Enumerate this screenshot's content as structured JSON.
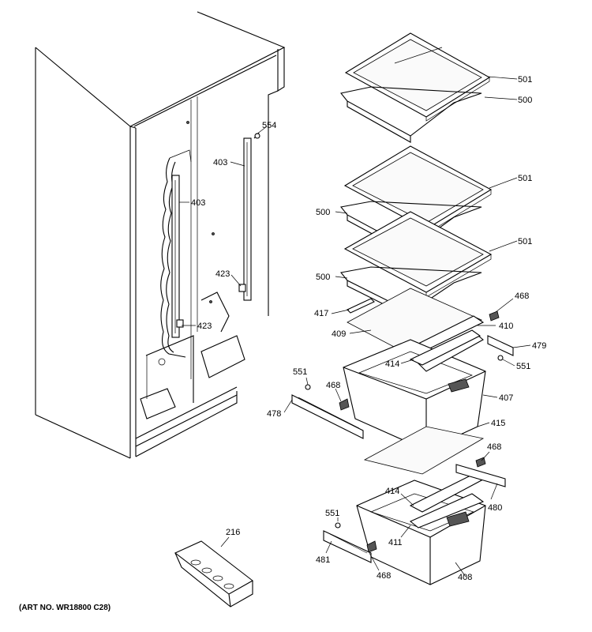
{
  "art_number": "(ART NO. WR18800 C28)",
  "callouts": {
    "c501a": "501",
    "c500a": "500",
    "c501b": "501",
    "c500b": "500",
    "c501c": "501",
    "c500c": "500",
    "c554": "554",
    "c403a": "403",
    "c403b": "403",
    "c423a": "423",
    "c423b": "423",
    "c468a": "468",
    "c417": "417",
    "c410": "410",
    "c409": "409",
    "c479": "479",
    "c414a": "414",
    "c551a": "551",
    "c551b": "551",
    "c468b": "468",
    "c407": "407",
    "c478": "478",
    "c415": "415",
    "c468c": "468",
    "c414b": "414",
    "c480": "480",
    "c551c": "551",
    "c411": "411",
    "c216": "216",
    "c481": "481",
    "c468d": "468",
    "c408": "408"
  }
}
